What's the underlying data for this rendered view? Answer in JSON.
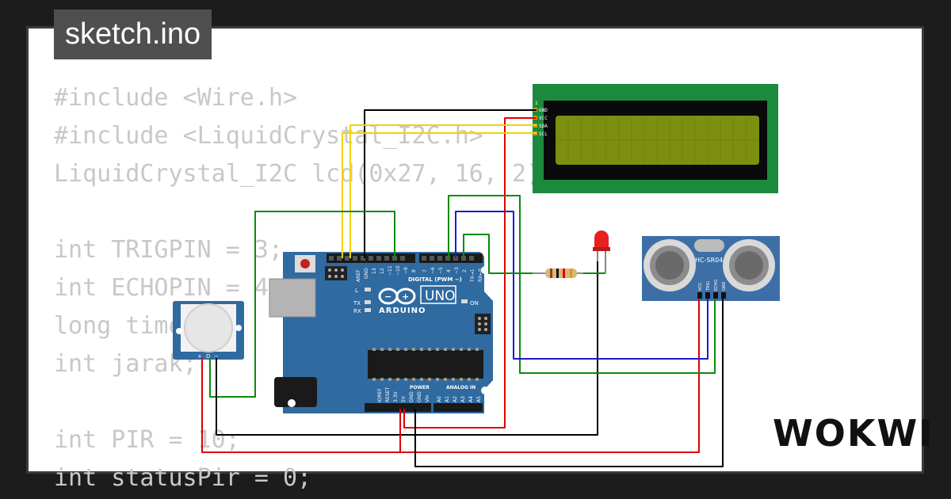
{
  "title": "sketch.ino",
  "code_lines": [
    "#include <Wire.h>",
    "#include <LiquidCrystal_I2C.h>",
    "LiquidCrystal_I2C lcd(0x27, 16, 2);",
    "",
    "int TRIGPIN = 3;",
    "int ECHOPIN = 4;",
    "long timer;",
    "int jarak;",
    "",
    "int PIR = 10;",
    "int statusPir = 0;"
  ],
  "brand": "WOKWI",
  "arduino": {
    "logo": "ARDUINO",
    "model": "UNO",
    "digital_label": "DIGITAL (PWM ~)",
    "power_label": "POWER",
    "analog_label": "ANALOG IN",
    "top_pins": [
      "AREF",
      "GND",
      "13",
      "12",
      "~11",
      "~10",
      "~9",
      "8",
      "7",
      "~6",
      "~5",
      "4",
      "~3",
      "2",
      "TX→1",
      "RX←0"
    ],
    "bottom_pins": [
      "IOREF",
      "RESET",
      "3.3V",
      "5V",
      "GND",
      "GND",
      "Vin",
      "A0",
      "A1",
      "A2",
      "A3",
      "A4",
      "A5"
    ],
    "led_labels": [
      "L",
      "TX",
      "RX",
      "ON"
    ]
  },
  "lcd": {
    "pins": [
      "GND",
      "VCC",
      "SDA",
      "SCL"
    ],
    "pin1": "1"
  },
  "sensor": {
    "label": "HC-SR04",
    "pins": [
      "VCC",
      "TRIG",
      "ECHO",
      "GND"
    ]
  },
  "pir": {
    "pins": [
      "+",
      "D",
      "−"
    ]
  },
  "colors": {
    "background": "#1c1c1c",
    "card": "#ffffff",
    "code_text": "#c8c8c8",
    "board": "#2f6aa0",
    "lcd_frame": "#1b8a3c",
    "lcd_screen": "#7d8f0f",
    "sensor_board": "#3d6fa6",
    "wire_black": "#000000",
    "wire_red": "#e00000",
    "wire_yellow": "#f2d200",
    "wire_green": "#0a8a0a",
    "wire_blue": "#1a1ad0"
  }
}
